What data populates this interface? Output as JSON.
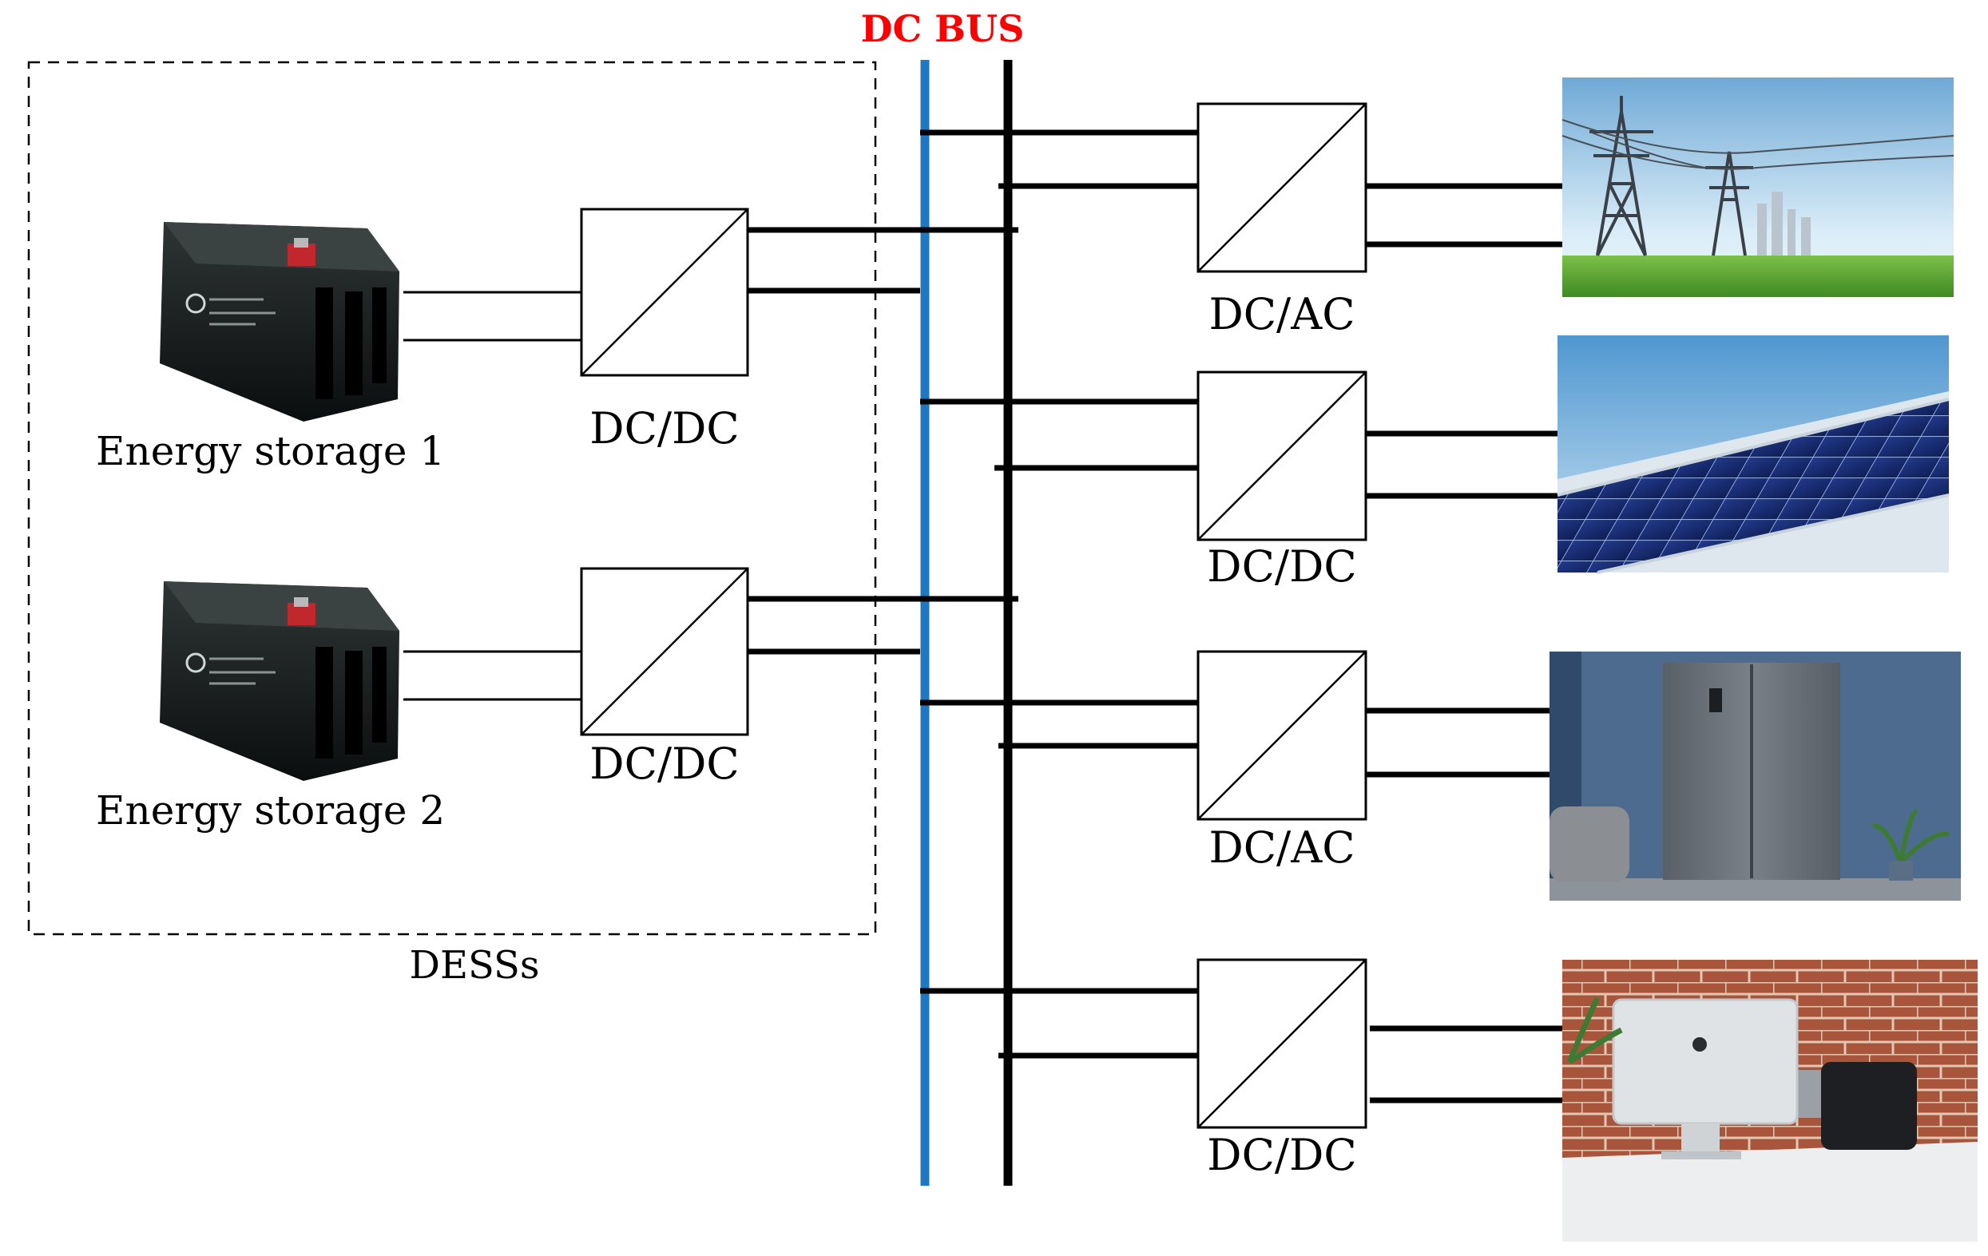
{
  "bus_label": "DC BUS",
  "desss_label": "DESSs",
  "storage": [
    {
      "label": "Energy storage 1",
      "converter": "DC/DC"
    },
    {
      "label": "Energy storage 2",
      "converter": "DC/DC"
    }
  ],
  "loads": [
    {
      "converter": "DC/AC",
      "picture": "power-grid"
    },
    {
      "converter": "DC/DC",
      "picture": "solar-panel"
    },
    {
      "converter": "DC/AC",
      "picture": "refrigerator"
    },
    {
      "converter": "DC/DC",
      "picture": "computer"
    }
  ],
  "colors": {
    "bus_blue": "#1f78c1",
    "bus_black": "#000000",
    "bus_label": "#ff0000"
  }
}
